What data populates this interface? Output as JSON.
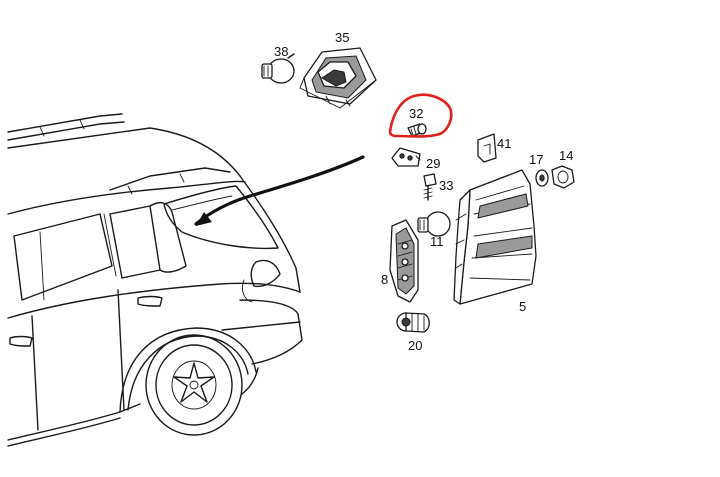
{
  "diagram": {
    "part_labels": {
      "p35": "35",
      "p38": "38",
      "p32": "32",
      "p41": "41",
      "p29": "29",
      "p17": "17",
      "p14": "14",
      "p33": "33",
      "p11": "11",
      "p8": "8",
      "p5": "5",
      "p20": "20"
    },
    "highlight_color": "#e0201b"
  }
}
